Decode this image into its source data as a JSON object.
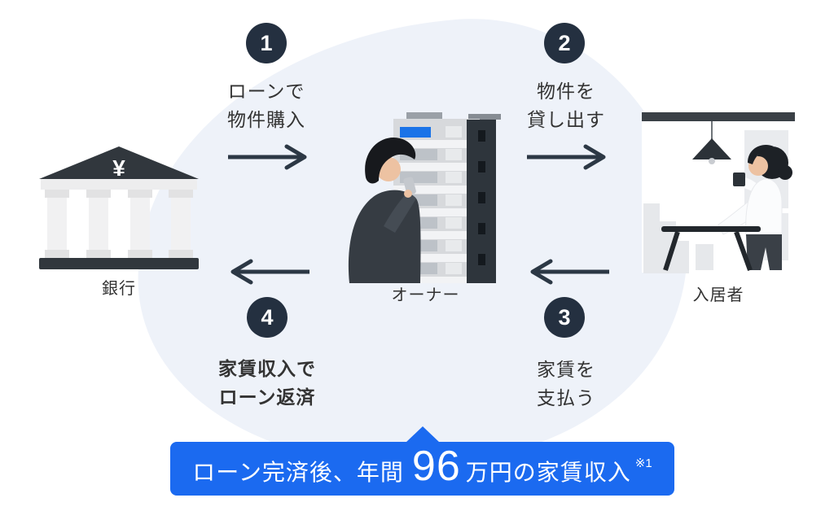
{
  "actors": {
    "bank": {
      "label": "銀行",
      "yen_symbol": "¥"
    },
    "owner": {
      "label": "オーナー"
    },
    "tenant": {
      "label": "入居者"
    }
  },
  "steps": [
    {
      "number": "1",
      "lines": [
        "ローンで",
        "物件購入"
      ],
      "direction": "right"
    },
    {
      "number": "2",
      "lines": [
        "物件を",
        "貸し出す"
      ],
      "direction": "right"
    },
    {
      "number": "3",
      "lines": [
        "家賃を",
        "支払う"
      ],
      "direction": "left"
    },
    {
      "number": "4",
      "lines": [
        "家賃収入で",
        "ローン返済"
      ],
      "direction": "left"
    }
  ],
  "banner": {
    "prefix": "ローン完済後、年間",
    "value": "96",
    "suffix": "万円の家賃収入",
    "footnote": "※1"
  },
  "icons": {
    "bank": "bank-building-icon",
    "owner": "owner-with-apartment-building-illustration",
    "tenant": "tenant-in-room-illustration",
    "arrow": "flow-arrow-icon"
  },
  "colors": {
    "accent_blue": "#1b6af0",
    "dark_navy": "#243040",
    "background_blob": "#eef2f9",
    "text": "#333333"
  }
}
